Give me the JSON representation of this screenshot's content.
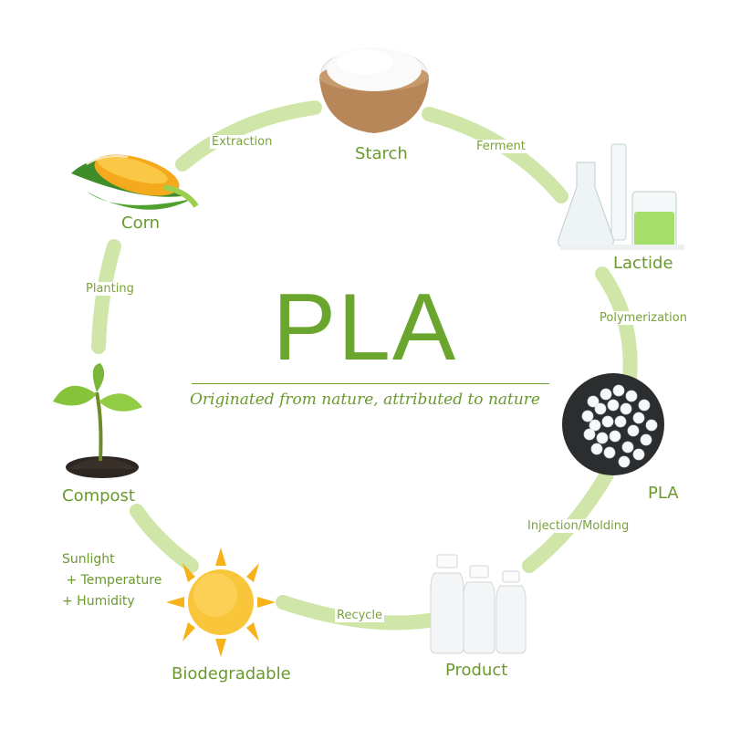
{
  "center": {
    "title": "PLA",
    "tagline": "Originated from nature, attributed to nature"
  },
  "nodes": {
    "starch": "Starch",
    "lactide": "Lactide",
    "pla": "PLA",
    "product": "Product",
    "biodegradable": "Biodegradable",
    "compost": "Compost",
    "corn": "Corn"
  },
  "edges": {
    "extraction": "Extraction",
    "ferment": "Ferment",
    "polymerization": "Polymerization",
    "injection_molding": "Injection/Molding",
    "recycle": "Recycle",
    "planting": "Planting"
  },
  "conditions": [
    "Sunlight",
    " + Temperature",
    "+ Humidity"
  ],
  "colors": {
    "ring": "#cfe6a8",
    "accent": "#6aa62e",
    "text": "#6a9a2e"
  }
}
